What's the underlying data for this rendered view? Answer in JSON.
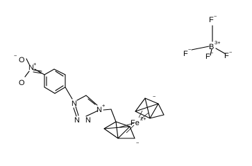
{
  "structure": {
    "nitro": {
      "oxygen": "O",
      "nitrogen": "N",
      "charge": "+",
      "anion": "O",
      "anion_charge": "−"
    },
    "triazolium": {
      "n1": "N",
      "n2": "N",
      "n3": "N",
      "n4": "N",
      "n4_charge": "+"
    },
    "ferrocene": {
      "metal": "Fe",
      "metal_charge": "2+",
      "ring_charge_upper": "−",
      "ring_charge_lower": "−"
    },
    "counterion": {
      "boron": "B",
      "boron_charge": "3+",
      "fluorines": [
        "F",
        "F",
        "F",
        "F"
      ],
      "fluoride_charge": "−"
    }
  },
  "colors": {
    "ink": "#000000",
    "background": "#ffffff"
  }
}
